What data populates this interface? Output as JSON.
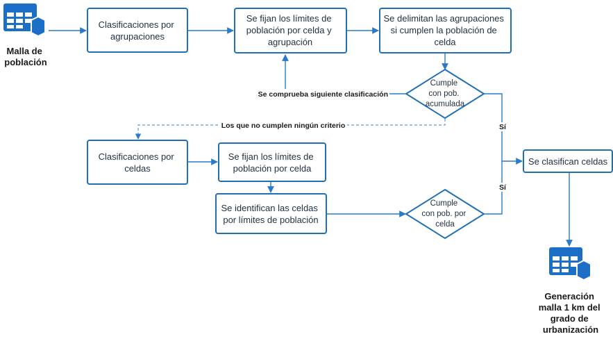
{
  "nodes": {
    "malla_poblacion": [
      "Malla de",
      "población"
    ],
    "clas_agrupaciones": [
      "Clasificaciones por",
      "agrupaciones"
    ],
    "fijan_limites_agrup": [
      "Se fijan los límites de",
      "población por celda y",
      "agrupación"
    ],
    "delimitan_agrup": [
      "Se delimitan las agrupaciones",
      "si cumplen la población de",
      "celda"
    ],
    "cumple_acumulada": [
      "Cumple",
      "con pob.",
      "acumulada"
    ],
    "clas_celdas": [
      "Clasificaciones por",
      "celdas"
    ],
    "fijan_limites_celda": [
      "Se fijan los límites de",
      "población por celda"
    ],
    "identifican_celdas": [
      "Se identifican las celdas",
      "por límites de población"
    ],
    "cumple_celda": [
      "Cumple",
      "con pob. por",
      "celda"
    ],
    "clasifican_celdas": [
      "Se clasifican celdas"
    ],
    "generacion": [
      "Generación",
      "malla 1 km del",
      "grado de",
      "urbanización"
    ]
  },
  "edges": {
    "siguiente_clasificacion": "Se comprueba siguiente clasificación",
    "no_cumplen": "Los que no cumplen ningún criterio",
    "si_top": "Sí",
    "si_bottom": "Sí"
  },
  "icons": {
    "source": "table-database-icon",
    "result": "table-database-icon"
  },
  "colors": {
    "accent": "#1f6fb8",
    "icon": "#1b6fc6",
    "connector": "#2b7ac8"
  }
}
